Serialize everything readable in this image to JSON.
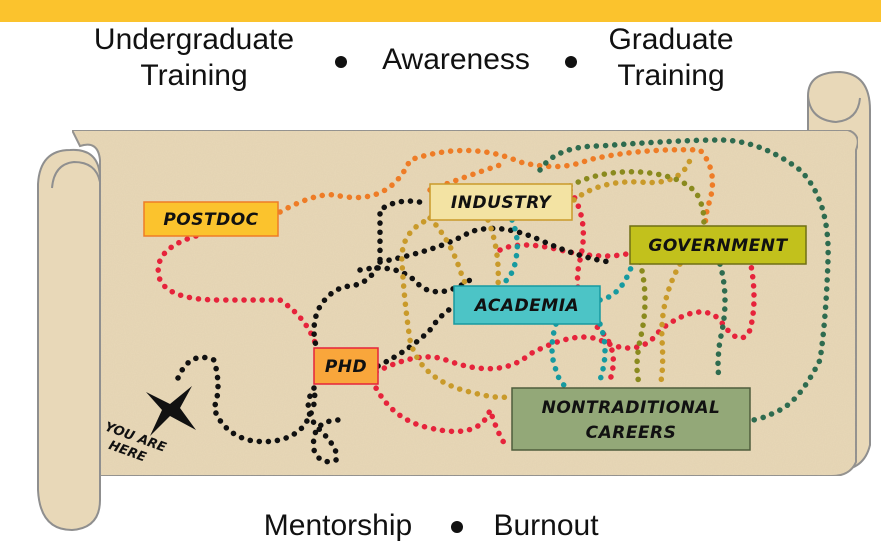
{
  "colors": {
    "top_bar": "#fbc32d",
    "scroll_fill": "#e8d8b8",
    "scroll_edge": "#8f8f8f",
    "path_orange": "#ee7c26",
    "path_red": "#e6233b",
    "path_black": "#111111",
    "path_gold": "#c99a2a",
    "path_teal": "#169aa0",
    "path_green": "#2e6b4f",
    "path_olive": "#8a8a1e"
  },
  "captions": {
    "top_left_line1": "Undergraduate",
    "top_left_line2": "Training",
    "top_middle": "Awareness",
    "top_right_line1": "Graduate",
    "top_right_line2": "Training",
    "bottom_left": "Mentorship",
    "bottom_right": "Burnout"
  },
  "boxes": {
    "postdoc": "POSTDOC",
    "industry": "INDUSTRY",
    "government": "GOVERNMENT",
    "academia": "ACADEMIA",
    "phd": "PHD",
    "nontraditional_line1": "NONTRADITIONAL",
    "nontraditional_line2": "CAREERS"
  },
  "marker": {
    "line1": "YOU ARE",
    "line2": "HERE"
  }
}
